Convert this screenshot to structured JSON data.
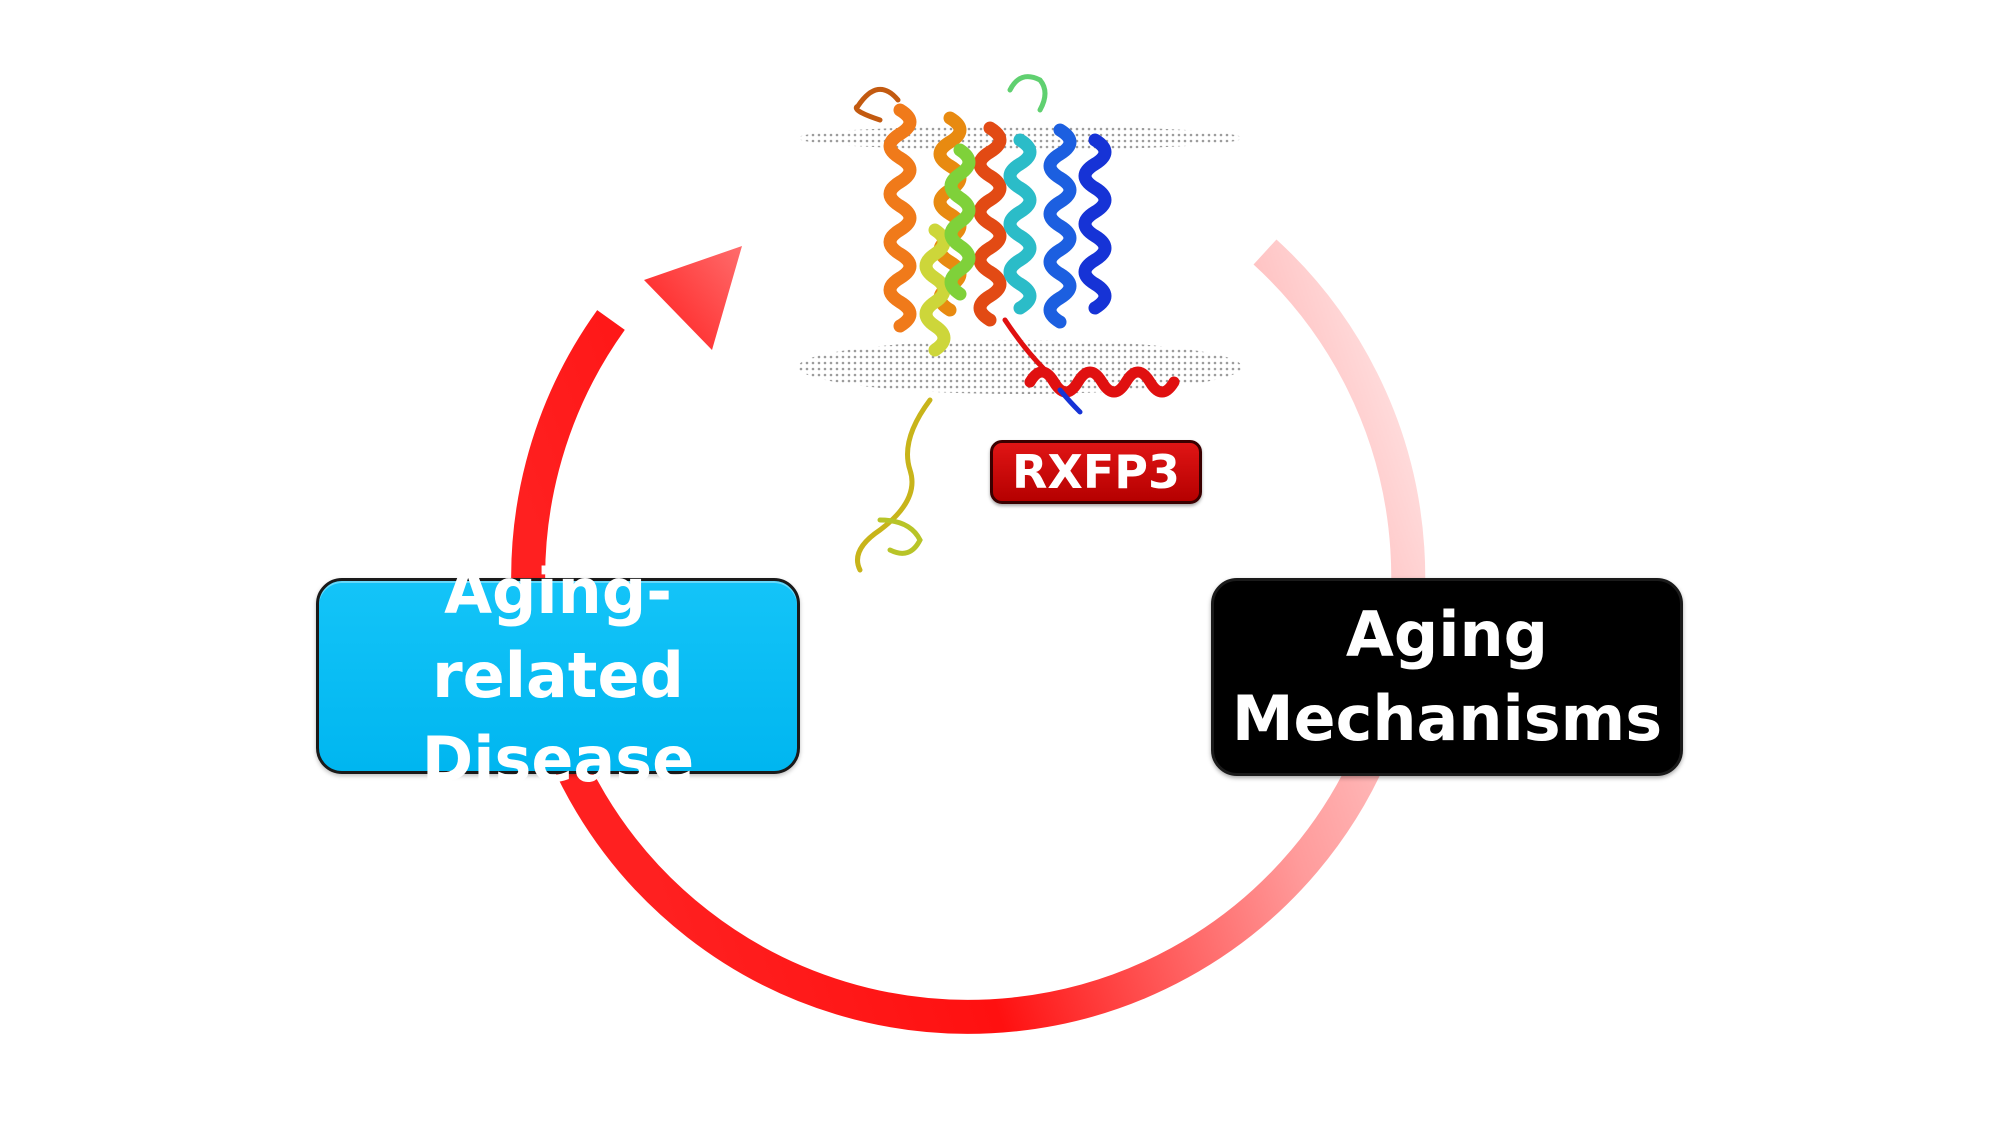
{
  "nodes": {
    "left": {
      "line1": "Aging-related",
      "line2": "Disease"
    },
    "right": {
      "line1": "Aging",
      "line2": "Mechanisms"
    },
    "protein_label": "RXFP3"
  },
  "colors": {
    "arrow": "#ff1a1a",
    "left_box": "#00b6f0",
    "right_box": "#000000",
    "badge": "#cc0000"
  },
  "icons": {
    "protein": "rxfp3-protein-structure-icon",
    "cycle_arrow": "circular-arrow-icon"
  }
}
